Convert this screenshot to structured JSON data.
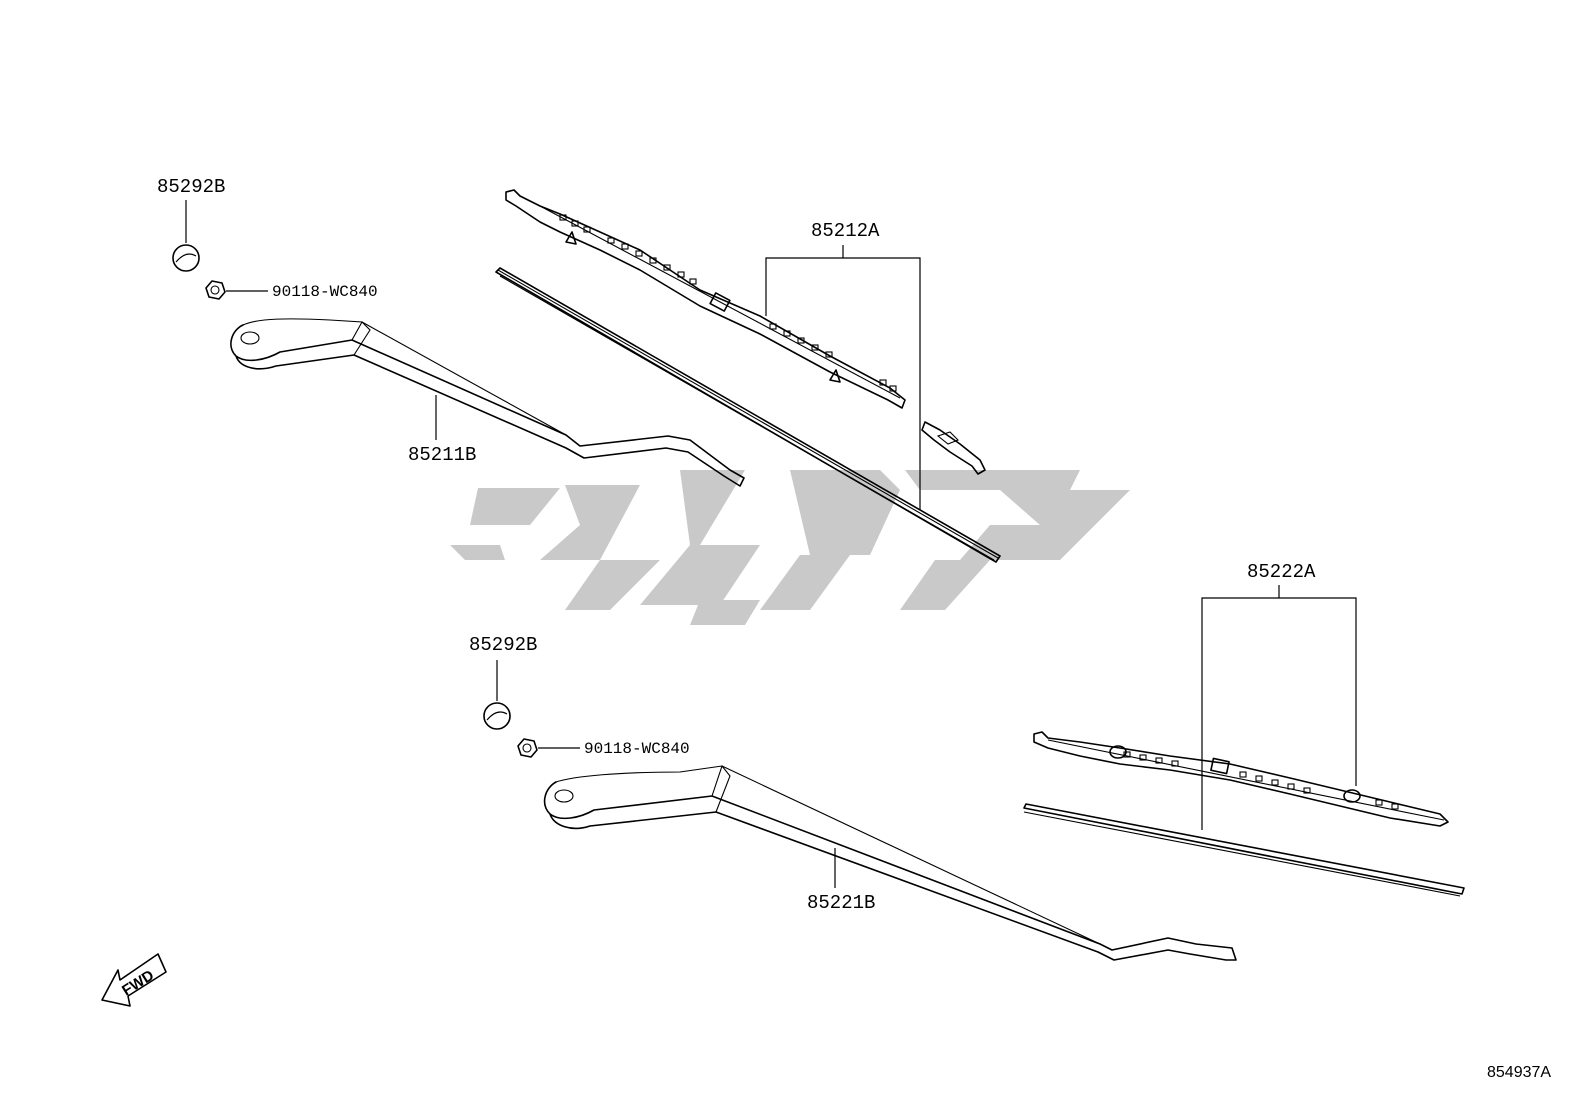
{
  "parts": {
    "blade_upper": "85212A",
    "arm_upper": "85211B",
    "cap_upper": "85292B",
    "nut_upper": "90118-WC840",
    "blade_lower": "85222A",
    "arm_lower": "85221B",
    "cap_lower": "85292B",
    "nut_lower": "90118-WC840"
  },
  "direction_label": "FWD",
  "figure_id": "854937A",
  "watermark_text": "لوپارت"
}
